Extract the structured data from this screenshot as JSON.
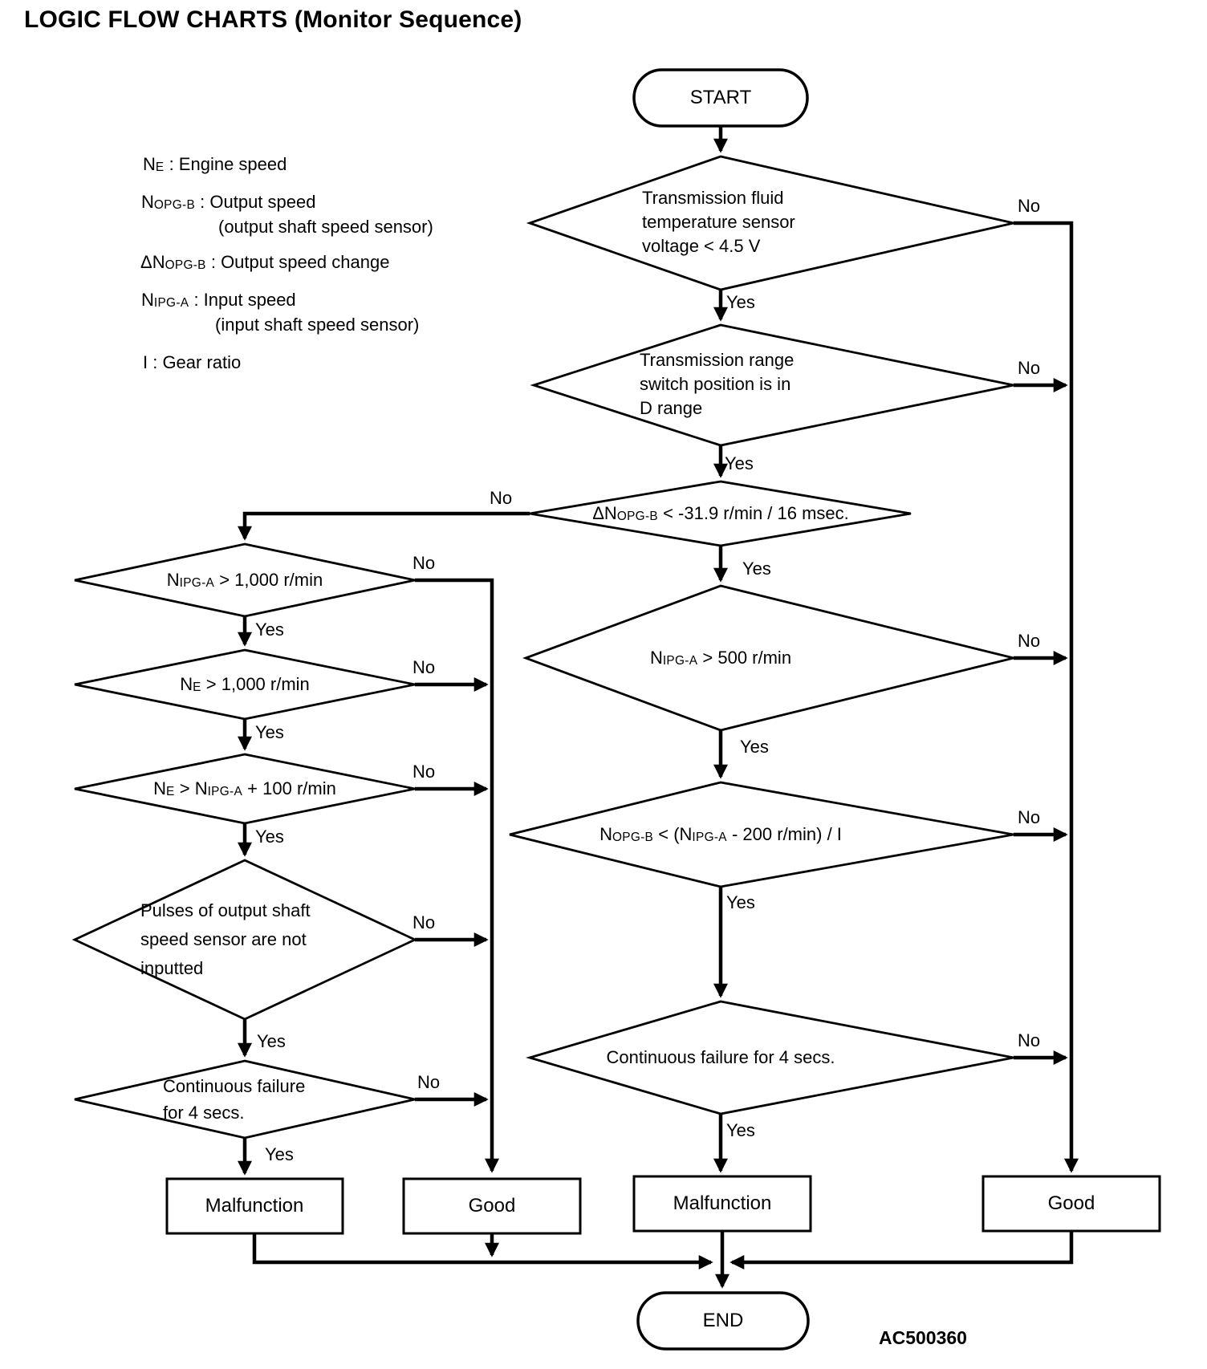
{
  "title": "LOGIC FLOW CHARTS (Monitor Sequence)",
  "figure_id": "AC500360",
  "legend": {
    "engine_speed": "N~E~ : Engine speed",
    "output_speed": "N~OPG-B~ : Output speed",
    "output_speed_note": "(output shaft speed sensor)",
    "output_speed_change": "ΔN~OPG-B~ : Output speed change",
    "input_speed": "N~IPG-A~ : Input speed",
    "input_speed_note": "(input shaft speed sensor)",
    "gear_ratio": "I : Gear ratio"
  },
  "labels": {
    "yes": "Yes",
    "no": "No"
  },
  "flow": {
    "start": "START",
    "end": "END",
    "right": {
      "fluid_temp": "Transmission fluid\ntemperature sensor\nvoltage < 4.5 V",
      "range_switch": "Transmission range\nswitch position is in\nD range",
      "output_speed_change": "ΔN~OPG-B~ < -31.9 r/min / 16 msec.",
      "input_speed_500": "N~IPG-A~ > 500 r/min",
      "output_speed_calc": "N~OPG-B~ < (N~IPG-A~ - 200 r/min) / I",
      "continuous_failure": "Continuous failure for 4 secs.",
      "malfunction": "Malfunction",
      "good": "Good"
    },
    "left": {
      "input_speed_1000": "N~IPG-A~ > 1,000 r/min",
      "engine_speed_1000": "N~E~ > 1,000 r/min",
      "engine_vs_input": "N~E~ > N~IPG-A~ + 100 r/min",
      "pulses": "Pulses of output shaft\nspeed sensor are not\ninputted",
      "continuous_failure": "Continuous failure\nfor 4 secs.",
      "malfunction": "Malfunction",
      "good": "Good"
    }
  }
}
